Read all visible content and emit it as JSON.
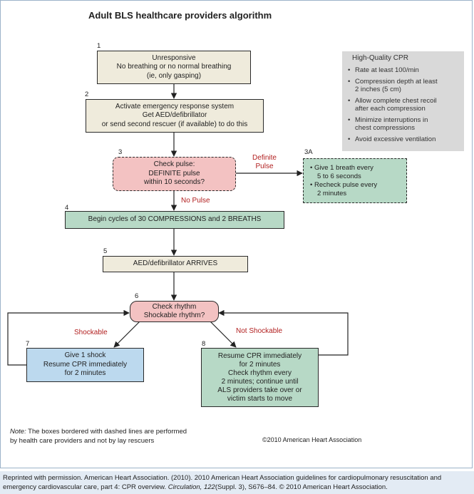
{
  "title": "Adult BLS healthcare providers algorithm",
  "steps": {
    "s1": {
      "num": "1",
      "lines": [
        "Unresponsive",
        "No breathing or no normal breathing",
        "(ie, only gasping)"
      ]
    },
    "s2": {
      "num": "2",
      "lines": [
        "Activate emergency response system",
        "Get AED/defibrillator",
        "or send second rescuer (if available) to do this"
      ]
    },
    "s3": {
      "num": "3",
      "lines": [
        "Check pulse:",
        "DEFINITE pulse",
        "within 10 seconds?"
      ]
    },
    "s3a": {
      "num": "3A",
      "bullets": [
        "Give 1 breath every",
        "5 to 6 seconds",
        "Recheck pulse every",
        "2 minutes"
      ]
    },
    "s4": {
      "num": "4",
      "lines": [
        "Begin cycles of 30 COMPRESSIONS and 2 BREATHS"
      ]
    },
    "s5": {
      "num": "5",
      "lines": [
        "AED/defibrillator ARRIVES"
      ]
    },
    "s6": {
      "num": "6",
      "lines": [
        "Check rhythm",
        "Shockable rhythm?"
      ]
    },
    "s7": {
      "num": "7",
      "lines": [
        "Give 1 shock",
        "Resume CPR immediately",
        "for 2 minutes"
      ]
    },
    "s8": {
      "num": "8",
      "lines": [
        "Resume CPR immediately",
        "for 2 minutes",
        "Check rhythm every",
        "2 minutes; continue until",
        "ALS providers take over or",
        "victim starts to move"
      ]
    }
  },
  "labels": {
    "definite_pulse": [
      "Definite",
      "Pulse"
    ],
    "no_pulse": "No Pulse",
    "shockable": "Shockable",
    "not_shockable": "Not Shockable"
  },
  "hq": {
    "title": "High-Quality CPR",
    "bullet_char": "•",
    "items": [
      [
        "Rate at least 100/min"
      ],
      [
        "Compression depth at least",
        "2 inches (5 cm)"
      ],
      [
        "Allow complete chest recoil",
        "after each compression"
      ],
      [
        "Minimize interruptions in",
        "chest compressions"
      ],
      [
        "Avoid excessive ventilation"
      ]
    ]
  },
  "note": {
    "label": "Note:",
    "line1": " The boxes bordered with dashed lines are performed",
    "line2": "by health care providers and not by lay rescuers"
  },
  "copyright": "©2010 American Heart Association",
  "footer": {
    "line1": "Reprinted with permission. American Heart Association. (2010). 2010 American Heart Association guidelines for cardiopulmonary resuscitation and",
    "line2a": "emergency cardiovascular care, part 4: CPR overview. ",
    "line2_journal": "Circulation, 122",
    "line2b": "(Suppl. 3), S676–84. © 2010 American Heart Association."
  }
}
